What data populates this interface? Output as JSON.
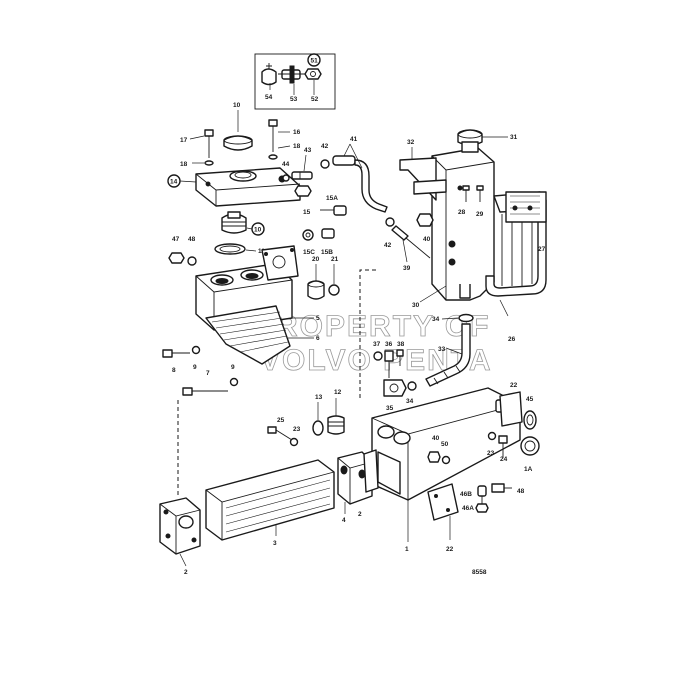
{
  "watermark": {
    "line1": "PROPERTY OF",
    "line2": "VOLVO PENTA"
  },
  "figure_number": "8558",
  "inset_callout": "51",
  "callouts": {
    "c1": "1",
    "c1a": "1A",
    "c2": "2",
    "c2b": "2",
    "c3": "3",
    "c4": "4",
    "c5": "5",
    "c6": "6",
    "c7": "7",
    "c8": "8",
    "c9": "9",
    "c9b": "9",
    "c10": "10",
    "c10b": "10",
    "c11": "11",
    "c12": "12",
    "c13": "13",
    "c14": "14",
    "c15": "15",
    "c15a": "15A",
    "c15b": "15B",
    "c15c": "15C",
    "c16": "16",
    "c17": "17",
    "c18": "18",
    "c18b": "18",
    "c20": "20",
    "c21": "21",
    "c22": "22",
    "c22b": "22",
    "c23": "23",
    "c23b": "23",
    "c24": "24",
    "c25": "25",
    "c26": "26",
    "c27": "27",
    "c28": "28",
    "c29": "29",
    "c30": "30",
    "c31": "31",
    "c32": "32",
    "c33": "33",
    "c34": "34",
    "c34b": "34",
    "c35": "35",
    "c36": "36",
    "c37": "37",
    "c38": "38",
    "c39": "39",
    "c40": "40",
    "c40b": "40",
    "c41": "41",
    "c42": "42",
    "c42b": "42",
    "c43": "43",
    "c44": "44",
    "c45": "45",
    "c46a": "46A",
    "c46b": "46B",
    "c47": "47",
    "c48": "48",
    "c48b": "48",
    "c50": "50",
    "c52": "52",
    "c53": "53",
    "c54": "54"
  }
}
